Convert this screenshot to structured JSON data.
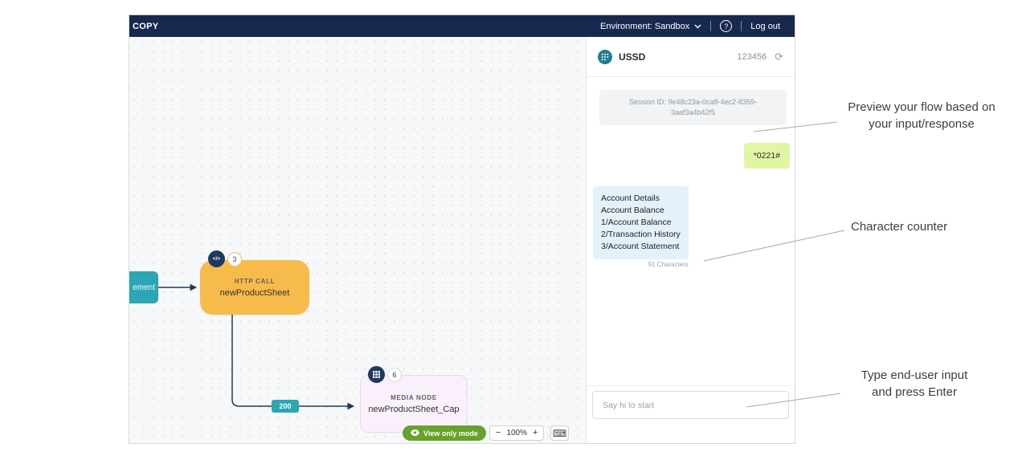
{
  "topbar": {
    "flow_name": "COPY",
    "environment_label": "Environment: Sandbox",
    "help_icon": "?",
    "logout_label": "Log out"
  },
  "canvas": {
    "nodes": {
      "statement": {
        "label": "ement"
      },
      "http_call": {
        "type_label": "HTTP CALL",
        "name": "newProductSheet",
        "count": "3",
        "icon": "</>"
      },
      "media": {
        "type_label": "MEDIA NODE",
        "name": "newProductSheet_Cap",
        "count": "6"
      }
    },
    "edge_label": "200",
    "toolbar": {
      "view_only_label": "View only mode",
      "zoom_out": "−",
      "zoom_level": "100%",
      "zoom_in": "+",
      "keyboard_icon": "⌨"
    }
  },
  "preview_panel": {
    "title": "USSD",
    "shortcode": "123456",
    "refresh_icon": "⟳",
    "session_id_line1": "Session ID: 9e48c23a-0ca8-4ec2-8359-",
    "session_id_line2": "3aaf3a4b42f5",
    "user_message": "*0221#",
    "response_lines": [
      "Account Details",
      "Account Balance",
      "1/Account Balance",
      "2/Transaction History",
      "3/Account Statement"
    ],
    "char_counter": "91 Characters",
    "input_placeholder": "Say hi to start"
  },
  "annotations": {
    "preview_note": "Preview your flow based on your input/response",
    "counter_note": "Character counter",
    "input_note": "Type end-user input and press Enter"
  },
  "colors": {
    "topbar_bg": "#17294e",
    "node_http": "#f7bb4b",
    "node_media_bg": "#f9f0fc",
    "node_statement": "#2ba6b4",
    "edge": "#1e3a5f",
    "view_only_green": "#67a32c",
    "user_bubble": "#e1f6a3",
    "response_bubble": "#e4f1fa",
    "ussd_icon": "#1b7f8e"
  }
}
